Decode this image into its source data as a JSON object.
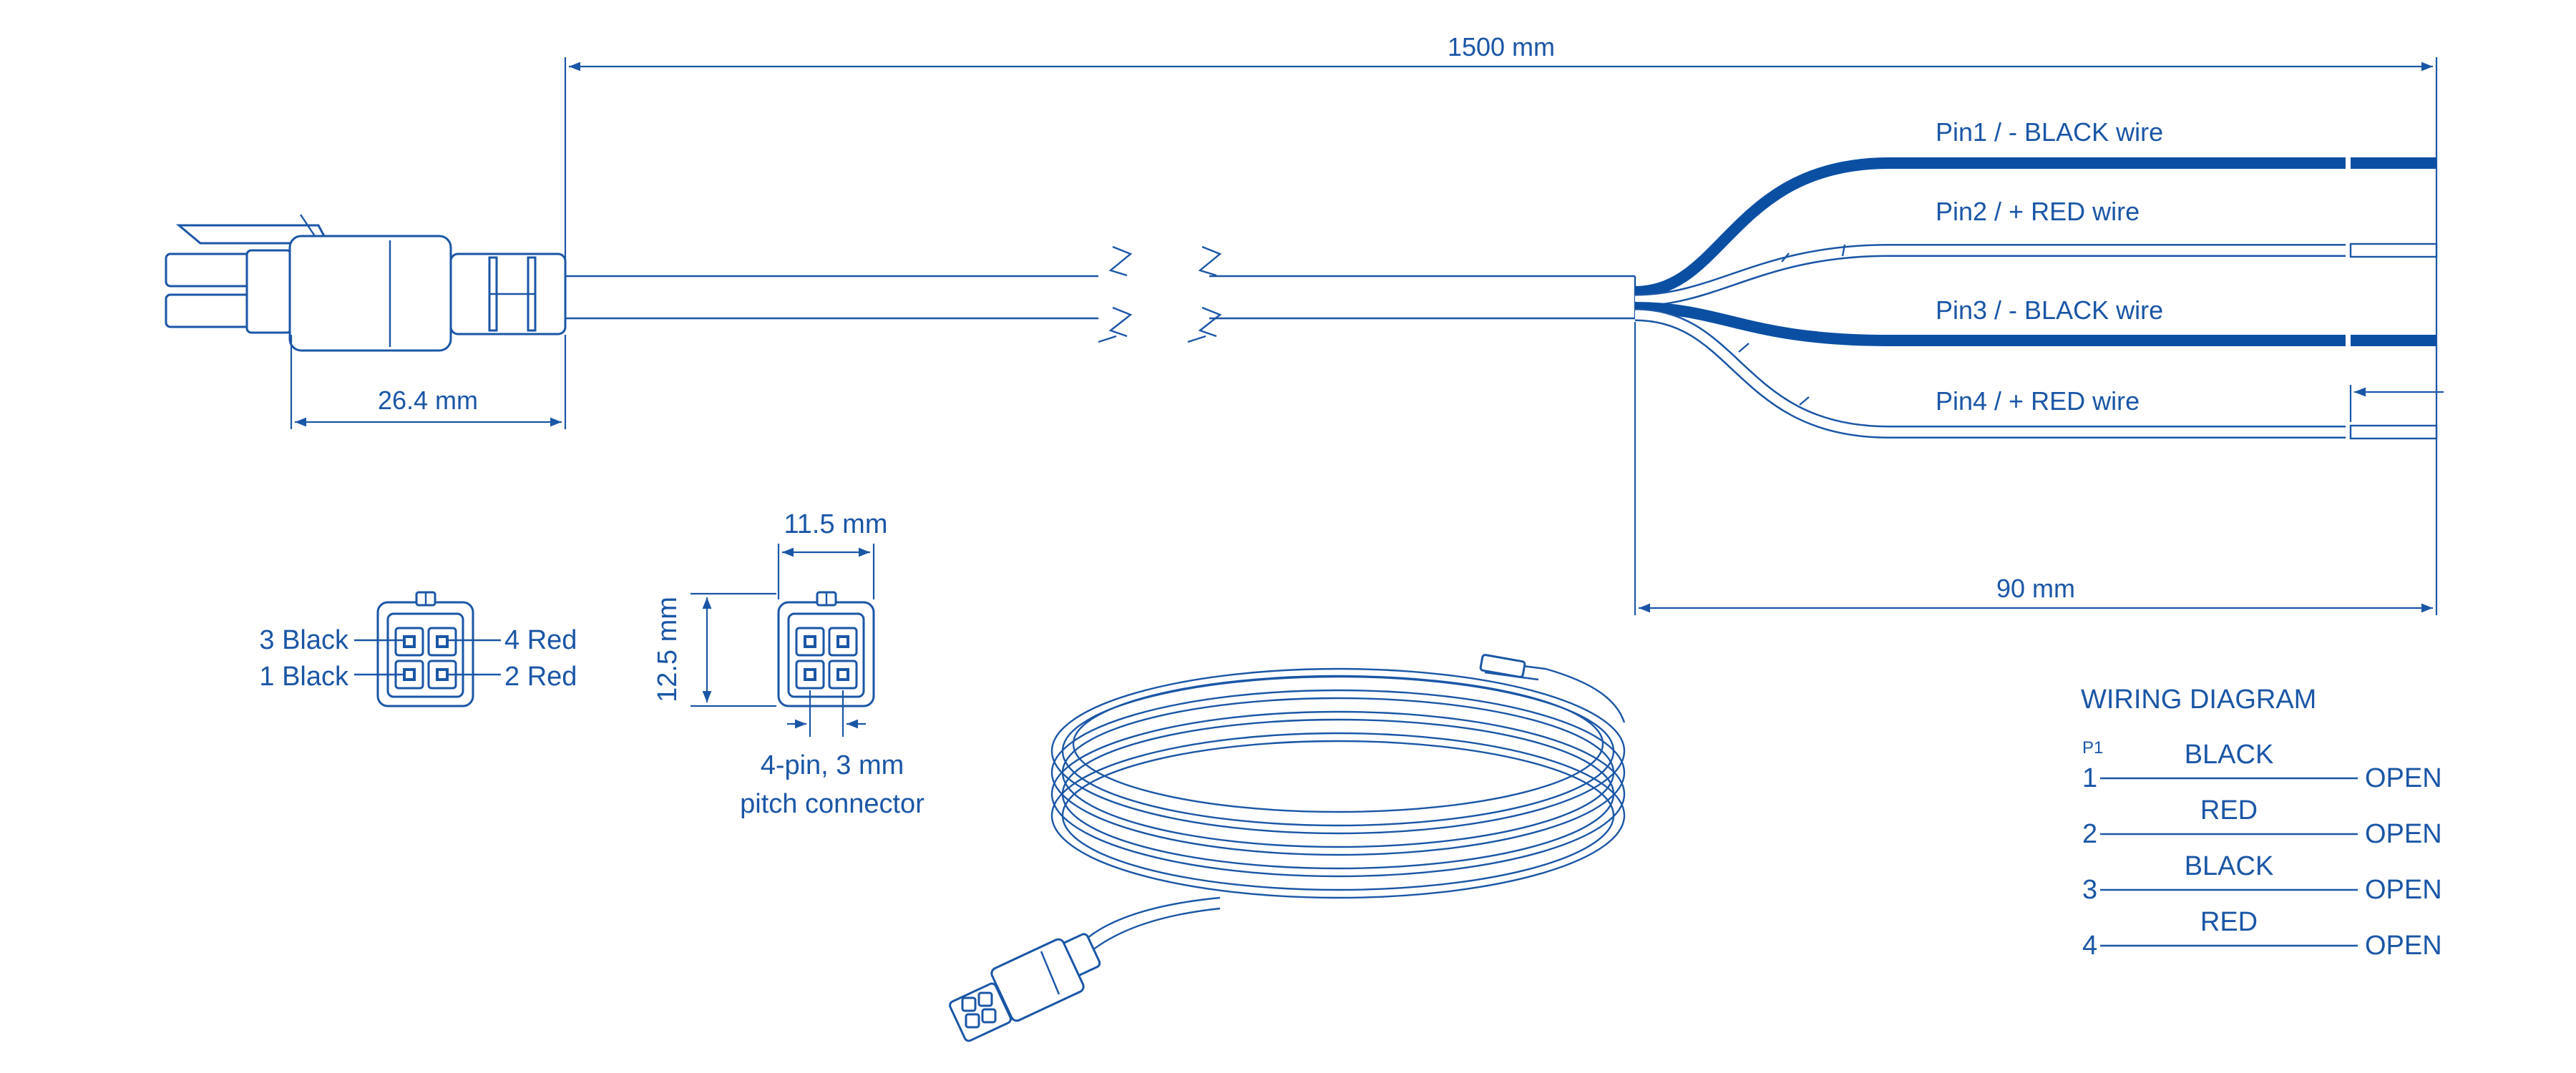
{
  "colors": {
    "line": "#1a56a6",
    "black_wire": "#0b4fa3",
    "background": "#ffffff"
  },
  "dimensions": {
    "overall_length": "1500 mm",
    "connector_length": "26.4 mm",
    "strip_length": "90 mm",
    "connector_width": "11.5 mm",
    "connector_height": "12.5 mm",
    "connector_description_line1": "4-pin, 3 mm",
    "connector_description_line2": "pitch connector"
  },
  "wires": [
    {
      "label": "Pin1 / - BLACK wire",
      "color": "black"
    },
    {
      "label": "Pin2 / + RED wire",
      "color": "red"
    },
    {
      "label": "Pin3 / - BLACK wire",
      "color": "black"
    },
    {
      "label": "Pin4 / + RED wire",
      "color": "red"
    }
  ],
  "pinout": {
    "top_left": "3 Black",
    "bottom_left": "1 Black",
    "top_right": "4 Red",
    "bottom_right": "2 Red"
  },
  "wiring_diagram": {
    "title": "WIRING DIAGRAM",
    "connector_label": "P1",
    "rows": [
      {
        "pin": "1",
        "wire": "BLACK",
        "end": "OPEN"
      },
      {
        "pin": "2",
        "wire": "RED",
        "end": "OPEN"
      },
      {
        "pin": "3",
        "wire": "BLACK",
        "end": "OPEN"
      },
      {
        "pin": "4",
        "wire": "RED",
        "end": "OPEN"
      }
    ]
  }
}
